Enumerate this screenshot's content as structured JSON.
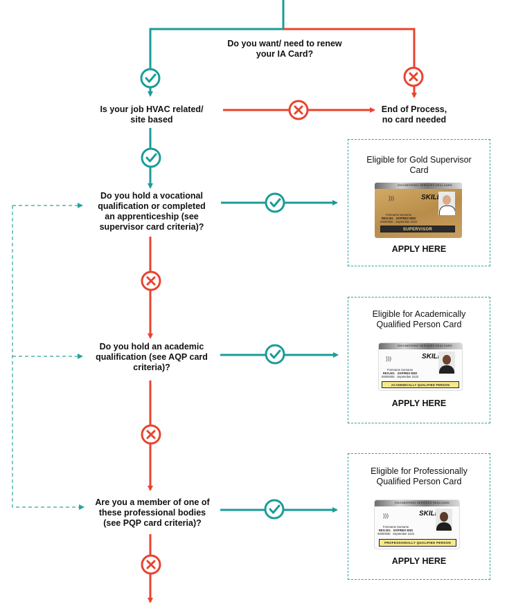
{
  "colors": {
    "yes": "#1a9c98",
    "no": "#e8432e",
    "dashed": "#2aa39c",
    "gold": "#c79a55",
    "label_band": "#f6e88a"
  },
  "questions": {
    "renew": [
      "Do you want/ need to renew",
      "your IA Card?"
    ],
    "hvac": [
      "Is your job HVAC related/",
      "site based"
    ],
    "end": [
      "End of Process,",
      "no card needed"
    ],
    "vocational": [
      "Do you hold a vocational",
      "qualification or completed",
      "an apprenticeship (see",
      "supervisor card criteria)?"
    ],
    "academic": [
      "Do you hold an academic",
      "qualification (see AQP card",
      "criteria)?"
    ],
    "professional": [
      "Are you a member of one of",
      "these professional bodies",
      "(see PQP card criteria)?"
    ]
  },
  "results": [
    {
      "title": [
        "Eligible for Gold Supervisor",
        "Card"
      ],
      "apply": "APPLY HERE",
      "card_label": "SUPERVISOR",
      "card_style": "gold"
    },
    {
      "title": [
        "Eligible for Academically",
        "Qualified Person Card"
      ],
      "apply": "APPLY HERE",
      "card_label": "ACADEMICALLY QUALIFIED PERSON",
      "card_style": "white"
    },
    {
      "title": [
        "Eligible for Professionally",
        "Qualified Person Card"
      ],
      "apply": "APPLY HERE",
      "card_label": "PROFESSIONALLY QUALIFIED PERSON",
      "card_style": "white"
    }
  ],
  "card": {
    "header": "ENGINEERING SERVICES SKILLCARD",
    "logo": "SKILL",
    "name": "Forename Surname",
    "reg_label": "REG.NO.",
    "expires_label": "EXPIRES END",
    "reg_no": "00000000",
    "expires": "September 2222"
  },
  "icons": {
    "yes": "check-circle-icon",
    "no": "cross-circle-icon"
  }
}
